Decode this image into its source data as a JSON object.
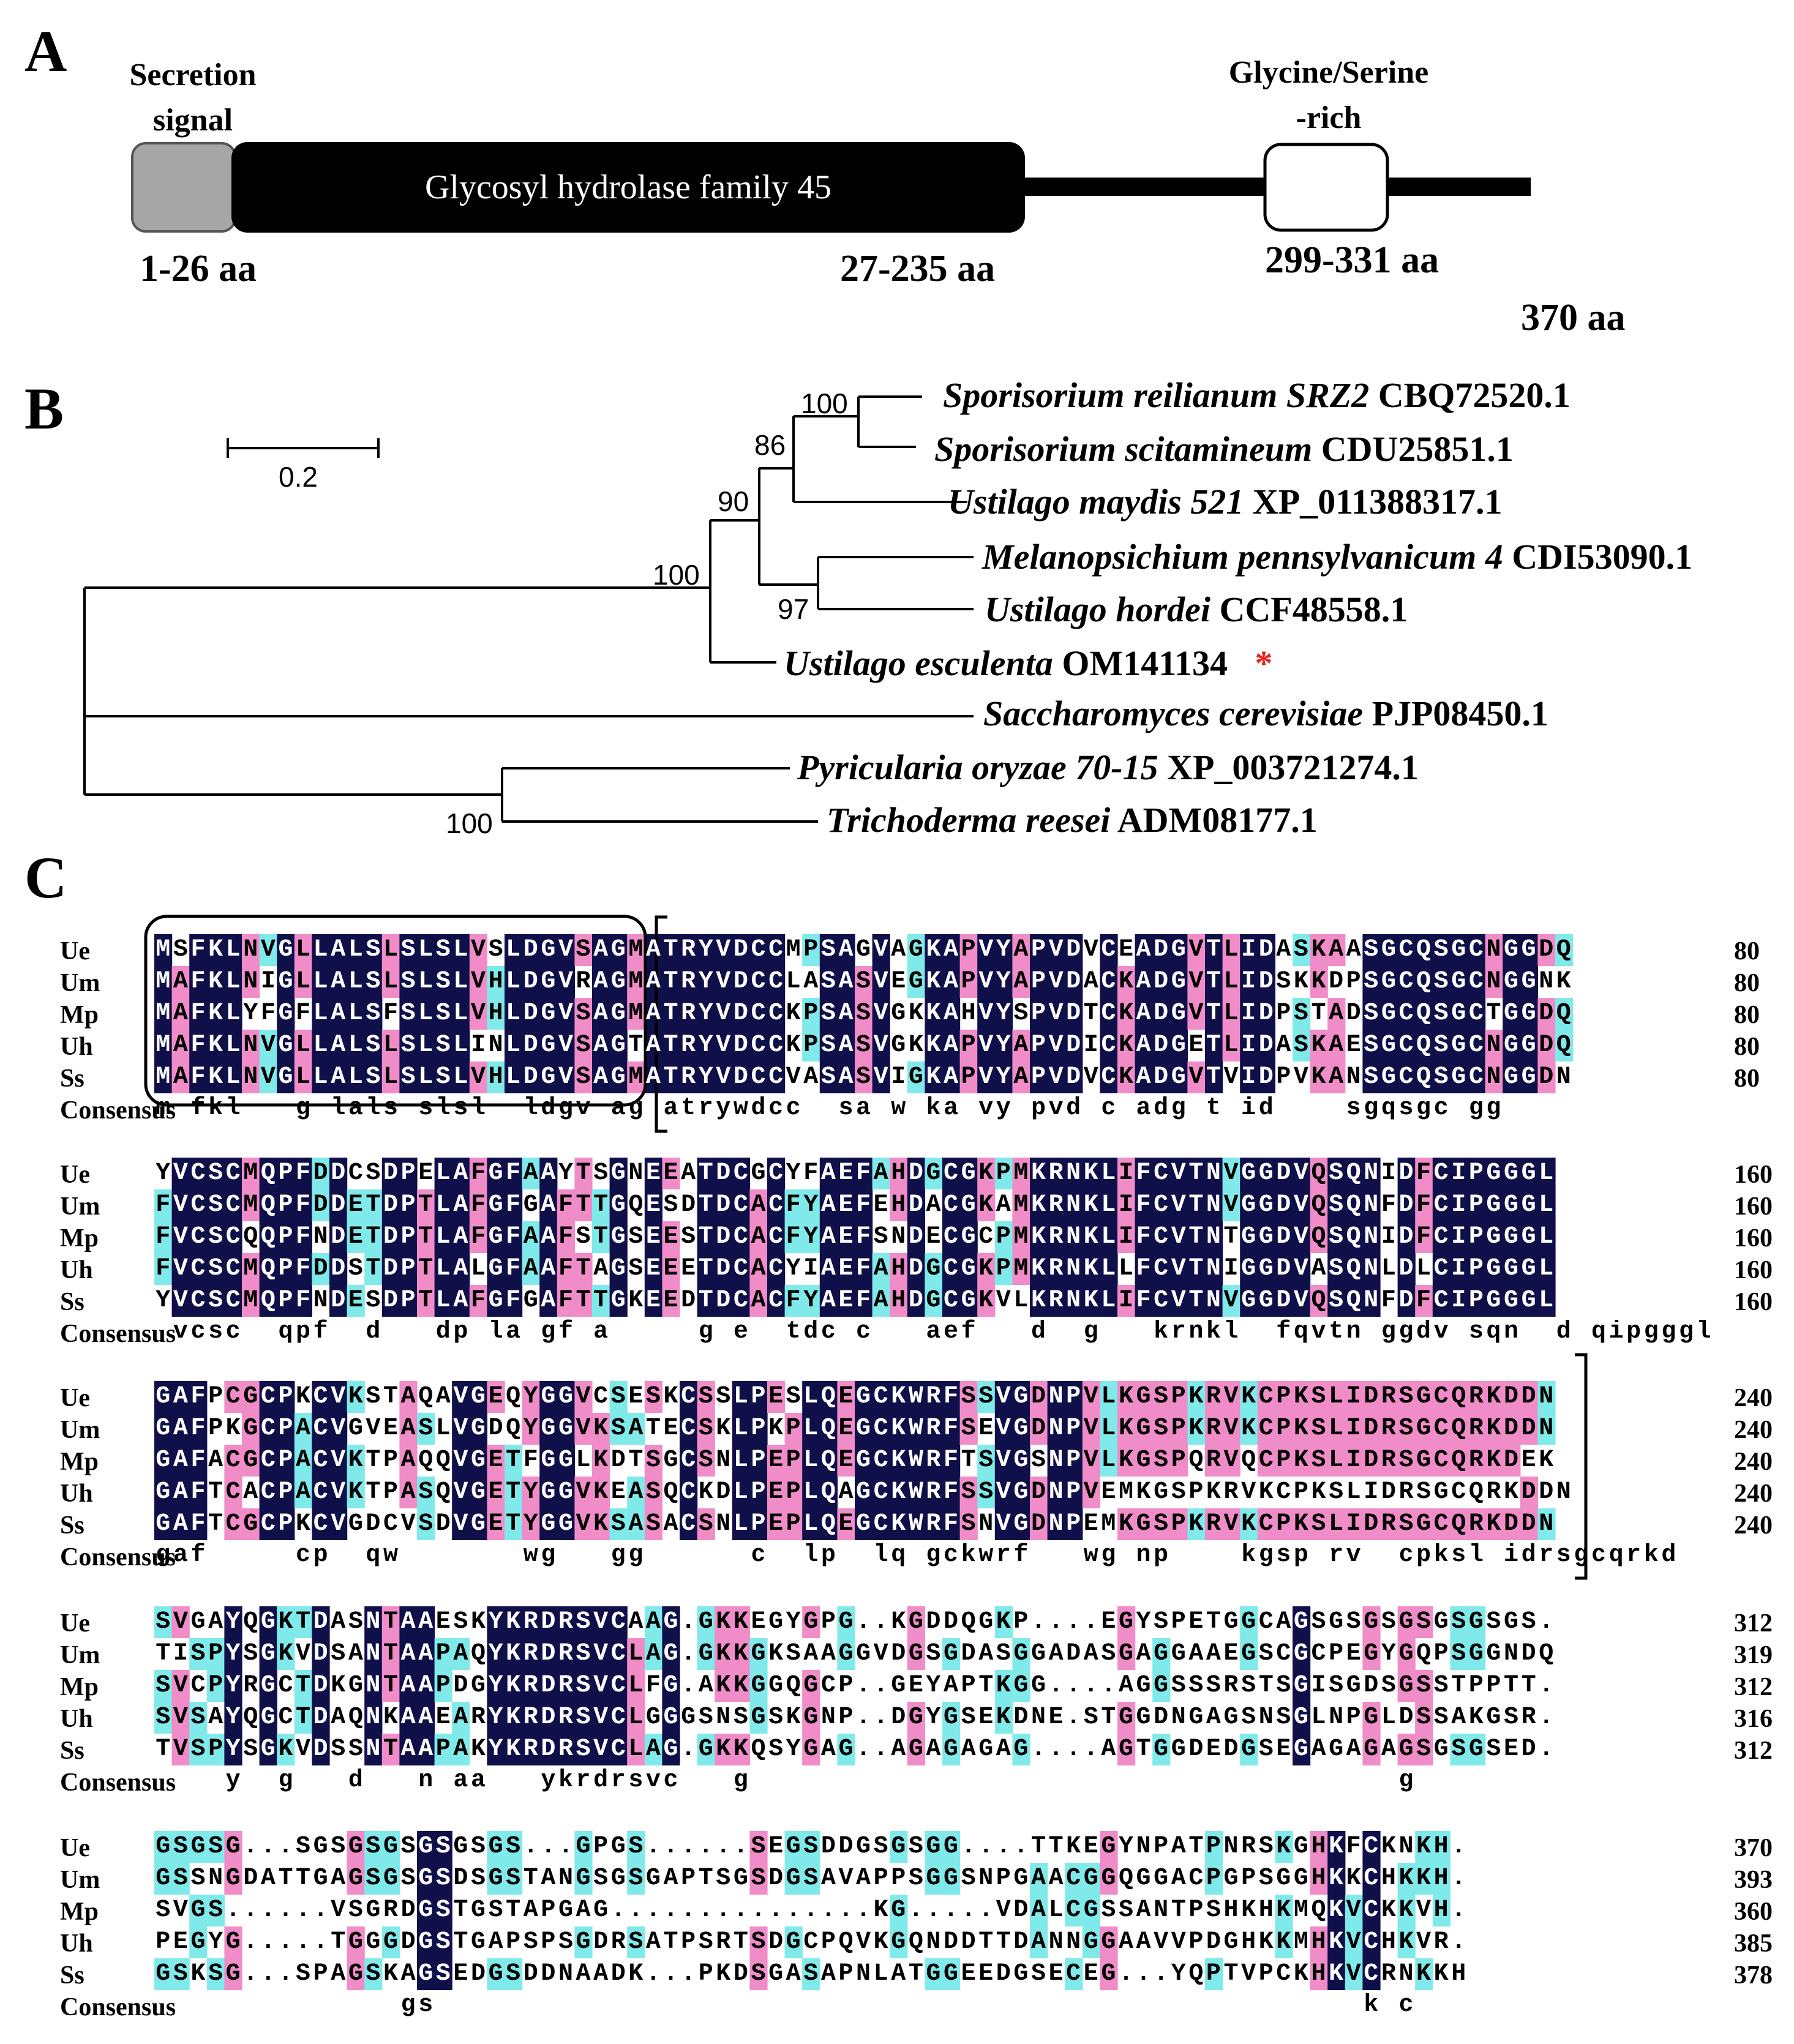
{
  "panel_a": {
    "letter": "A",
    "secretion_label": [
      "Secretion",
      "signal"
    ],
    "gh_label": "Glycosyl hydrolase family 45",
    "gs_label": [
      "Glycine/Serine",
      "-rich"
    ],
    "range_secretion": "1-26 aa",
    "range_gh": "27-235 aa",
    "range_gs": "299-331 aa",
    "total_length": "370 aa",
    "colors": {
      "secretion": "#a6a6a6",
      "gh": "#000000",
      "gs": "#ffffff",
      "backbone": "#000000"
    }
  },
  "panel_b": {
    "letter": "B",
    "scale_label": "0.2",
    "taxa": [
      {
        "italic": "Sporisorium reilianum SRZ2",
        "accession": "CBQ72520.1"
      },
      {
        "italic": "Sporisorium scitamineum",
        "accession": "CDU25851.1"
      },
      {
        "italic": "Ustilago maydis 521",
        "accession": "XP_011388317.1"
      },
      {
        "italic": "Melanopsichium pennsylvanicum 4",
        "accession": "CDI53090.1"
      },
      {
        "italic": "Ustilago hordei",
        "accession": "CCF48558.1"
      },
      {
        "italic": "Ustilago esculenta",
        "accession": "OM141134",
        "marker": "*"
      },
      {
        "italic": "Saccharomyces cerevisiae",
        "accession": "PJP08450.1"
      },
      {
        "italic": "Pyricularia oryzae 70-15",
        "accession": "XP_003721274.1"
      },
      {
        "italic": "Trichoderma reesei",
        "accession": "ADM08177.1"
      }
    ],
    "bootstrap": [
      "100",
      "86",
      "90",
      "100",
      "97",
      "100"
    ],
    "marker_color": "#e8241c"
  },
  "panel_c": {
    "letter": "C",
    "colors": {
      "identical": "#0f0f4a",
      "high": "#f08cc8",
      "low": "#80eaea"
    },
    "blocks": [
      {
        "rows": [
          {
            "label": "Ue",
            "seq": "MSFKLNVGLLALSLSLSLVSLDGVSAGMATRYVDCCMPSAGVAGKAPVYAPVDVCEADGVTLIDASKAASGCQSGCNGGDQ",
            "end": "80"
          },
          {
            "label": "Um",
            "seq": "MAFKLNIGLLALSLSLSLVHLDGVRAGMATRYVDCCLASASVEGKAPVYAPVDACKADGVTLIDSKKDPSGCQSGCNGGNK",
            "end": "80"
          },
          {
            "label": "Mp",
            "seq": "MAFKLYFGFLALSFSLSLVHLDGVSAGMATRYVDCCKPSASVGKKAHVYSPVDTCKADGVTLIDPSTADSGCQSGCTGGDQ",
            "end": "80"
          },
          {
            "label": "Uh",
            "seq": "MAFKLNVGLLALSLSLSLINLDGVSAGTATRYVDCCKPSASVGKKAPVYAPVDICKADGETLIDASKAESGCQSGCNGGDQ",
            "end": "80"
          },
          {
            "label": "Ss",
            "seq": "MAFKLNVGLLALSLSLSLVHLDGVSAGMATRYVDCCVASASVIGKAPVYAPVDVCKADGVTVIDPVKANSGCQSGCNGGDN",
            "end": "80"
          }
        ],
        "consensus_label": "Consensus",
        "consensus": "m fkl   g lals slsl  ldgv ag atrywdcc  sa w ka vy pvd c adg t id    sgqsgc gg  "
      },
      {
        "rows": [
          {
            "label": "Ue",
            "seq": "YVCSCMQPFDDCSDPELAFGFAAYTSGNEEATDCGCYFAEFAHDGCGKPMKRNKLIFCVTNVGGDVQSQNIDFCIPGGGL",
            "end": "160"
          },
          {
            "label": "Um",
            "seq": "FVCSCMQPFDDETDPTLAFGFGAFTTGQESDTDCACFYAEFEHDACGKAMKRNKLIFCVTNVGGDVQSQNFDFCIPGGGL",
            "end": "160"
          },
          {
            "label": "Mp",
            "seq": "FVCSCQQPFNDETDPTLAFGFAAFSTGSEESTDCACFYAEFSNDECGCPMKRNKLIFCVTNTGGDVQSQNIDFCIPGGGL",
            "end": "160"
          },
          {
            "label": "Uh",
            "seq": "FVCSCMQPFDDSTDPTLALGFAAFTAGSEEETDCACYIAEFAHDGCGKPMKRNKLLFCVTNIGGDVASQNLDLCIPGGGL",
            "end": "160"
          },
          {
            "label": "Ss",
            "seq": "YVCSCMQPFNDESDPTLAFGFGAFTTGKEEDTDCACFYAEFAHDGCGKVLKRNKLIFCVTNVGGDVQSQNFDFCIPGGGL",
            "end": "160"
          }
        ],
        "consensus_label": "Consensus",
        "consensus": " vcsc  qpf  d   dp la gf a     g e  tdc c   aef   d  g   krnkl  fqvtn ggdv sqn  d qipgggl"
      },
      {
        "rows": [
          {
            "label": "Ue",
            "seq": "GAFPCGCPKCVKSTAQAVGEQYGGVCSESKCSSLPESLQEGCKWRFSSVGDNPVLKGSPKRVKCPKSLIDRSGCQRKDDN",
            "end": "240"
          },
          {
            "label": "Um",
            "seq": "GAFPKGCPACVGVEASLVGDQYGGVKSATECSKLPKPLQEGCKWRFSEVGDNPVLKGSPKRVKCPKSLIDRSGCQRKDDN",
            "end": "240"
          },
          {
            "label": "Mp",
            "seq": "GAFACGCPACVKTPAQQVGETFGGLKDTSGCSNLPEPLQEGCKWRFTSVGSNPVLKGSPQRVQCPKSLIDRSGCQRKDEK",
            "end": "240"
          },
          {
            "label": "Uh",
            "seq": "GAFTCACPACVKTPASQVGETYGGVKEASQCKDLPEPLQAGCKWRFSSVGDNPVEMKGSPKRVKCPKSLIDRSGCQRKDDN",
            "end": "240"
          },
          {
            "label": "Ss",
            "seq": "GAFTCGCPKCVGDCVSDVGETYGGVKSASACSNLPEPLQEGCKWRFSNVGDNPEMKGSPKRVKCPKSLIDRSGCQRKDDN",
            "end": "240"
          }
        ],
        "consensus_label": "Consensus",
        "consensus": "gaf     cp  qw       wg   gg      c  lp  lq gckwrf   wg np    kgsp rv  cpksl idrsgcqrkd  "
      },
      {
        "rows": [
          {
            "label": "Ue",
            "seq": "SVGAYQGKTDASNTAAESKYKRDRSVCAAG.GKKEGYGPG..KGDDQGKP....EGYSPETGGCAGSGSGSGSGSGSGS.",
            "end": "312"
          },
          {
            "label": "Um",
            "seq": "TISPYSGKVDSANTAAPAQYKRDRSVCLAG.GKKGKSAAGGVDGSGDASGGADASGAGGAAEGSCGCPEGYGQPSGGNDQ",
            "end": "319"
          },
          {
            "label": "Mp",
            "seq": "SVCPYRGCTDKGNTAAPDGYKRDRSVCLFG.AKKGGQGCP..GEYAPTKGG....AGGSSSRSTSGISGDSGSSTPPTT.",
            "end": "312"
          },
          {
            "label": "Uh",
            "seq": "SVSAYQGCTDAQNKAAEARYKRDRSVCLGGGSNSGSKGNP..DGYGSEKDNE.STGGDNGAGSNSGLNPGLDSSAKGSR.",
            "end": "316"
          },
          {
            "label": "Ss",
            "seq": "TVSPYSGKVDSSNTAAPAKYKRDRSVCLAG.GKKQSYGAG..AGAGAGAG....AGTGGDEDGSEGAGAGAGSGSGSED.",
            "end": "312"
          }
        ],
        "consensus_label": "Consensus",
        "consensus": "    y  g   d   n aa   ykrdrsvc   g                                     g             "
      },
      {
        "rows": [
          {
            "label": "Ue",
            "seq": "GSGSG...SGSGSGSGSGSGS...GPGS......SEGSDDGSGSGG....TTKEGYNPATPNRSKGHKFCKNKH.",
            "end": "370"
          },
          {
            "label": "Um",
            "seq": "GSSNGDATTGAGSGSGSDSGSTANGSGSGAPTSGSDGSAVAPPSGGSNPGAACGGQGGACPGPSGGHKKCHKKH.",
            "end": "393"
          },
          {
            "label": "Mp",
            "seq": "SVGS......VSGRDGSTGSTAPGAG...............KG.....VDALCGSSANTPSHKHKMQKVCKKVH.",
            "end": "360"
          },
          {
            "label": "Uh",
            "seq": "PEGYG.....TGGGDGSTGAPSPSGDRSATPSRTSDGCPQVKGQNDDTTDANNGGAAVVPDGHKKMHKVCHKVR.",
            "end": "385"
          },
          {
            "label": "Ss",
            "seq": "GSKSG...SPAGSKAGSEDGSDDNAADK...PKDSGASAPNLATGGEEDGSECEG...YQPTVPCKHKVCRNKKH",
            "end": "378"
          }
        ],
        "consensus_label": "Consensus",
        "consensus": "              gs                                                     k c       "
      }
    ]
  }
}
